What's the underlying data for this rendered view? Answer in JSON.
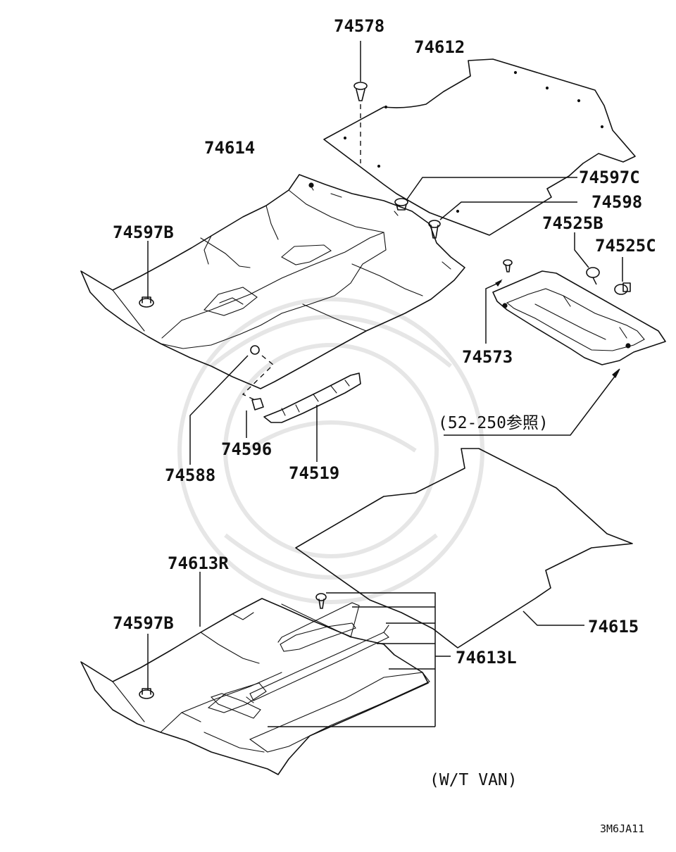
{
  "labels": {
    "p74578": "74578",
    "p74612": "74612",
    "p74614": "74614",
    "p74597C": "74597C",
    "p74598": "74598",
    "p74597B_top": "74597B",
    "p74525B": "74525B",
    "p74525C": "74525C",
    "p74573": "74573",
    "p74588": "74588",
    "p74596": "74596",
    "p74519": "74519",
    "p74613R": "74613R",
    "p74597B_bottom": "74597B",
    "p74615": "74615",
    "p74613L": "74613L"
  },
  "reference_note": "(52-250参照)",
  "variant_note": "(W/T VAN)",
  "diagram_code": "3M6JA11"
}
